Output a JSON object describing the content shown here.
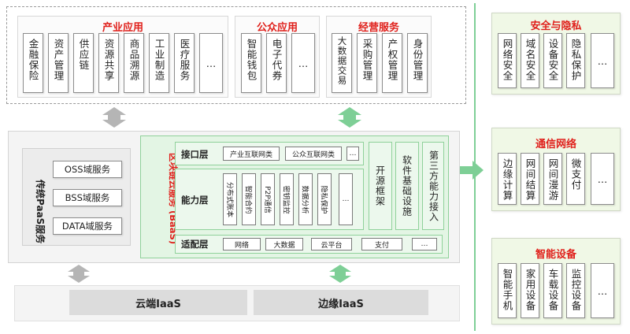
{
  "top": {
    "industry": {
      "title": "产业应用",
      "items": [
        "金融保险",
        "资产管理",
        "供应链",
        "资源共享",
        "商品溯源",
        "工业制造",
        "医疗服务",
        "…"
      ]
    },
    "public": {
      "title": "公众应用",
      "items": [
        "智能钱包",
        "电子代券",
        "…"
      ]
    },
    "business": {
      "title": "经营服务",
      "items": [
        "大数据交易",
        "采购管理",
        "产权管理",
        "身份管理"
      ]
    }
  },
  "paas": {
    "title": "传统PaaS服务",
    "items": [
      "OSS域服务",
      "BSS域服务",
      "DATA域服务"
    ]
  },
  "baas": {
    "title": "区块链云服务 (BaaS)",
    "interface": {
      "label": "接口层",
      "items": [
        "产业互联网类",
        "公众互联网类",
        "…"
      ]
    },
    "capability": {
      "label": "能力层",
      "items": [
        "分布式账本",
        "智能合约",
        "P2P通信",
        "密钥监控",
        "数据分析",
        "隐私保护",
        "…"
      ]
    },
    "adapter": {
      "label": "适配层",
      "items": [
        "网络",
        "大数据",
        "云平台",
        "支付",
        "…"
      ]
    },
    "side": [
      "开源框架",
      "软件基础设施",
      "第三方能力接入"
    ]
  },
  "bottom": {
    "cloud": "云端IaaS",
    "edge": "边缘IaaS"
  },
  "right": {
    "security": {
      "title": "安全与隐私",
      "items": [
        "网络安全",
        "域名安全",
        "设备安全",
        "隐私保护",
        "…"
      ]
    },
    "network": {
      "title": "通信网络",
      "items": [
        "边缘计算",
        "网间结算",
        "网间漫游",
        "微支付",
        "…"
      ]
    },
    "device": {
      "title": "智能设备",
      "items": [
        "智能手机",
        "家用设备",
        "车载设备",
        "监控设备",
        "…"
      ]
    }
  },
  "colors": {
    "title_red": "#e0201b",
    "green_fill": "#e3f5e4",
    "green_border": "#8fd19a",
    "arrow_grey": "#b5b5b5",
    "arrow_green": "#7ecf96",
    "right_bg": "#f0f8e6"
  }
}
